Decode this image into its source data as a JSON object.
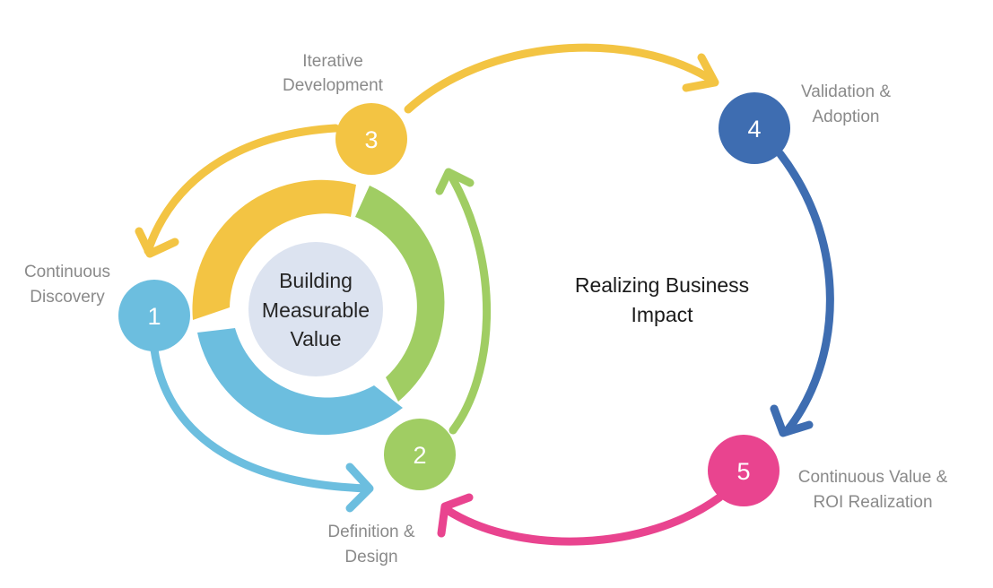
{
  "colors": {
    "blue_light": "#6CBEDF",
    "green": "#A0CD63",
    "yellow": "#F3C443",
    "blue_dark": "#3E6DB1",
    "pink": "#E9448F",
    "center_fill": "#DCE3F0"
  },
  "center": {
    "line1": "Building",
    "line2": "Measurable",
    "line3": "Value"
  },
  "middle": {
    "line1": "Realizing Business",
    "line2": "Impact"
  },
  "steps": [
    {
      "number": "1",
      "label_line1": "Continuous",
      "label_line2": "Discovery"
    },
    {
      "number": "2",
      "label_line1": "Definition &",
      "label_line2": "Design"
    },
    {
      "number": "3",
      "label_line1": "Iterative",
      "label_line2": "Development"
    },
    {
      "number": "4",
      "label_line1": "Validation &",
      "label_line2": "Adoption"
    },
    {
      "number": "5",
      "label_line1": "Continuous Value &",
      "label_line2": "ROI Realization"
    }
  ]
}
